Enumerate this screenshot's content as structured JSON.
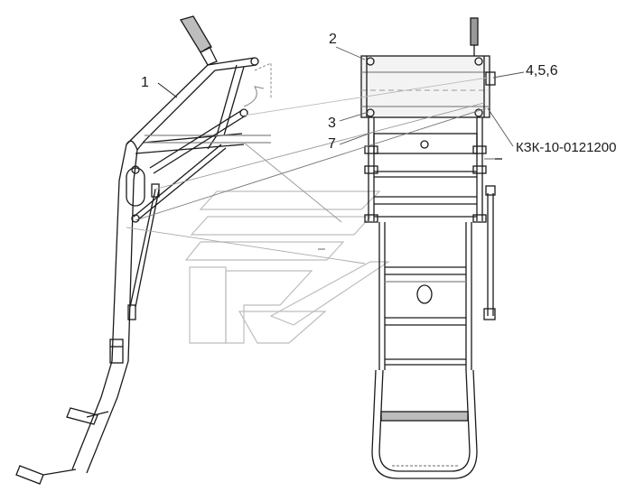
{
  "callouts": {
    "c1": "1",
    "c2": "2",
    "c3": "3",
    "c7": "7",
    "c456": "4,5,6",
    "part_number": "КЗК-10-0121200"
  },
  "colors": {
    "line": "#1a1a1a",
    "thin": "#666666",
    "watermark": "#cfcfcf",
    "shade": "#dcdcdc"
  },
  "icons": [
    "watermark-logo"
  ]
}
